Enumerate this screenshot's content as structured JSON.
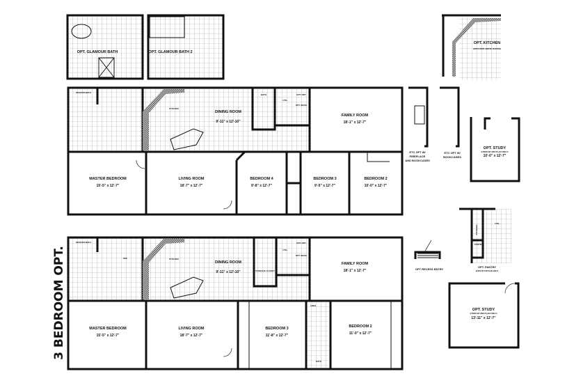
{
  "title_vertical": "3 BEDROOM OPT.",
  "options": {
    "glamour_bath": "OPT. GLAMOUR BATH",
    "glamour_bath_2": "OPT. GLAMOUR BATH 2",
    "kitchen": "OPT. KITCHEN",
    "kitchen_note": "(WITH M/W ABOVE RANGE)",
    "etc_fireplace": [
      "ETC OPT W/",
      "FIREPLACE",
      "AND BOOKCASES"
    ],
    "etc_bookcases": [
      "ETC OPT W/",
      "BOOKCASES"
    ],
    "study_1": {
      "label": "OPT. STUDY",
      "note": "(USED W/ 16R PLAN ONLY)",
      "dims": "10'-0\" x 12'-7\""
    },
    "recess_entry": "OPT RECESS ENTRY",
    "pantry": {
      "label": "OPT. PANTRY",
      "note": "(USED W/ 16R PLAN ONLY)",
      "storage": "STORAGE",
      "util": "UTIL.",
      "pantry": "PANTRY"
    },
    "study_2": {
      "label": "OPT. STUDY",
      "note": "(USED W/ 28R PLAN ONLY)",
      "dims": "13'-11\" x 12'-7\""
    }
  },
  "plan_4br": {
    "master_bath": "MASTER BATH",
    "kitchen": "KITCHEN",
    "dining": {
      "label": "DINING ROOM",
      "dims": "9'-11\" x 12'-10\""
    },
    "bath": "BATH",
    "util": "UTIL.",
    "opt_dry": "OPT. DRY",
    "opt_wash": "OPT. WASH",
    "family": {
      "label": "FAMILY ROOM",
      "dims": "18'-1\" x 12'-7\""
    },
    "master_bedroom": {
      "label": "MASTER BEDROOM",
      "dims": "15'-5\" x 12'-7\""
    },
    "living": {
      "label": "LIVING ROOM",
      "dims": "18'-7\" x 12'-7\""
    },
    "bedroom4": {
      "label": "BEDROOM 4",
      "dims": "9'-8\" x 12'-7\""
    },
    "bedroom3": {
      "label": "BEDROOM 3",
      "dims": "9'-5\" x 12'-7\""
    },
    "bedroom2": {
      "label": "BEDROOM 2",
      "dims": "10'-0\" x 12'-7\""
    }
  },
  "plan_3br": {
    "master_bath": "MASTER BATH",
    "wic": "WIC",
    "kitchen": "KITCHEN",
    "dining": {
      "label": "DINING ROOM",
      "dims": "9'-11\" x 12'-10\""
    },
    "storage": "STORAGE CLOSET",
    "util": "UTIL.",
    "opt_dry": "OPT. DRY",
    "opt_wash": "OPT. WASH",
    "family": {
      "label": "FAMILY ROOM",
      "dims": "18'-1\" x 12'-7\""
    },
    "master_bedroom": {
      "label": "MASTER BEDROOM",
      "dims": "15'-5\" x 12'-7\""
    },
    "living": {
      "label": "LIVING ROOM",
      "dims": "18'-7\" x 12'-7\""
    },
    "bedroom3": {
      "label": "BEDROOM 3",
      "dims": "11'-8\" x 12'-7\""
    },
    "bedroom2": {
      "label": "BEDROOM 2",
      "dims": "11'-0\" x 12'-7\""
    },
    "bath": "BATH",
    "linen": "LINEN"
  }
}
